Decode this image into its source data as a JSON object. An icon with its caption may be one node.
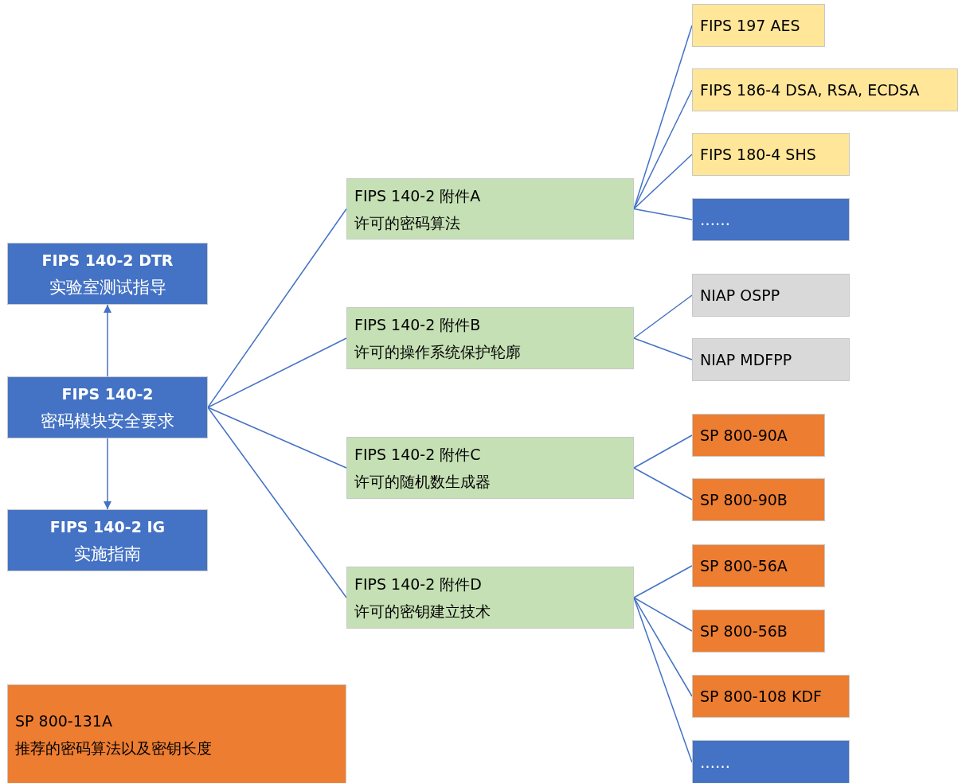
{
  "diagram": {
    "nodes": [
      {
        "text": [
          "FIPS 140-2 DTR",
          "实验室测试指导"
        ]
      },
      {
        "text": [
          "FIPS 140-2",
          "密码模块安全要求"
        ]
      },
      {
        "text": [
          "FIPS 140-2 IG",
          "实施指南"
        ]
      },
      {
        "text": [
          "FIPS 140-2 附件A",
          "许可的密码算法"
        ]
      },
      {
        "text": [
          "FIPS 140-2 附件B",
          "许可的操作系统保护轮廓"
        ]
      },
      {
        "text": [
          "FIPS 140-2 附件C",
          "许可的随机数生成器"
        ]
      },
      {
        "text": [
          "FIPS 140-2 附件D",
          "许可的密钥建立技术"
        ]
      },
      {
        "text": [
          "FIPS 197 AES"
        ]
      },
      {
        "text": [
          "FIPS 186-4 DSA, RSA, ECDSA"
        ]
      },
      {
        "text": [
          "FIPS 180-4 SHS"
        ]
      },
      {
        "text": [
          "……"
        ]
      },
      {
        "text": [
          "NIAP OSPP"
        ]
      },
      {
        "text": [
          "NIAP MDFPP"
        ]
      },
      {
        "text": [
          "SP 800-90A"
        ]
      },
      {
        "text": [
          "SP 800-90B"
        ]
      },
      {
        "text": [
          "SP 800-56A"
        ]
      },
      {
        "text": [
          "SP 800-56B"
        ]
      },
      {
        "text": [
          "SP 800-108 KDF"
        ]
      },
      {
        "text": [
          "……"
        ]
      },
      {
        "text": [
          "SP 800-131A",
          "推荐的密码算法以及密钥长度"
        ]
      }
    ],
    "edges": [
      {
        "from": 1,
        "to": 0,
        "arrow": "to"
      },
      {
        "from": 1,
        "to": 2,
        "arrow": "to"
      },
      {
        "from": 1,
        "to": 3,
        "arrow": "none"
      },
      {
        "from": 1,
        "to": 4,
        "arrow": "none"
      },
      {
        "from": 1,
        "to": 5,
        "arrow": "none"
      },
      {
        "from": 1,
        "to": 6,
        "arrow": "none"
      },
      {
        "from": 3,
        "to": 7,
        "arrow": "none"
      },
      {
        "from": 3,
        "to": 8,
        "arrow": "none"
      },
      {
        "from": 3,
        "to": 9,
        "arrow": "none"
      },
      {
        "from": 3,
        "to": 10,
        "arrow": "none"
      },
      {
        "from": 4,
        "to": 11,
        "arrow": "none"
      },
      {
        "from": 4,
        "to": 12,
        "arrow": "none"
      },
      {
        "from": 5,
        "to": 13,
        "arrow": "none"
      },
      {
        "from": 5,
        "to": 14,
        "arrow": "none"
      },
      {
        "from": 6,
        "to": 15,
        "arrow": "none"
      },
      {
        "from": 6,
        "to": 16,
        "arrow": "none"
      },
      {
        "from": 6,
        "to": 17,
        "arrow": "none"
      },
      {
        "from": 6,
        "to": 18,
        "arrow": "none"
      }
    ]
  }
}
